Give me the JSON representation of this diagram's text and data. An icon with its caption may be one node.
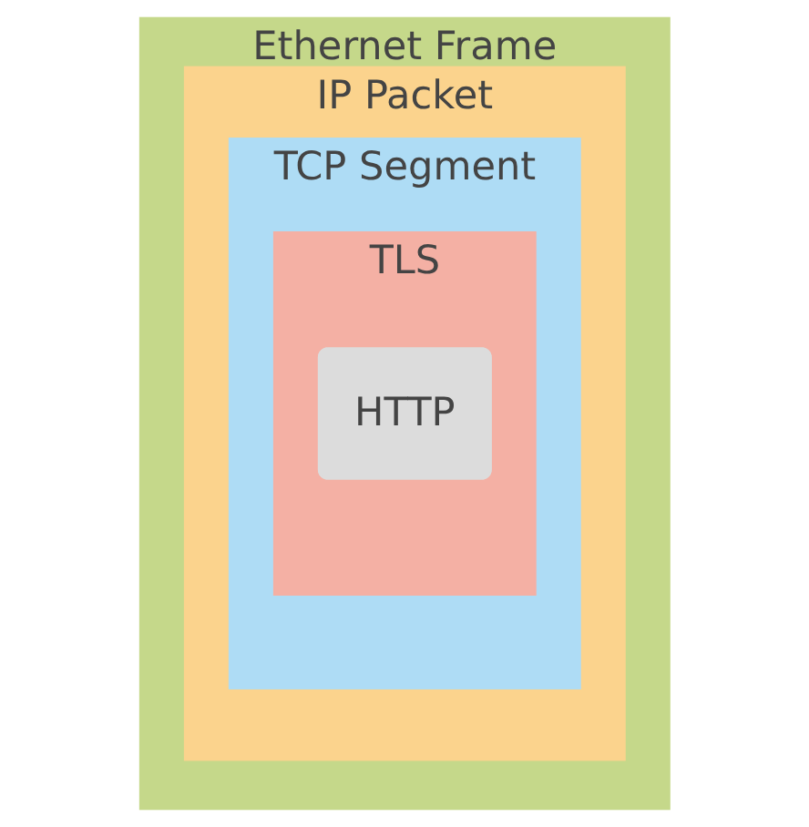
{
  "diagram": {
    "nodes": [
      {
        "text": [
          "Ethernet Frame"
        ]
      },
      {
        "text": [
          "IP Packet"
        ],
        "in": 0
      },
      {
        "text": [
          "TCP Segment"
        ],
        "in": 1
      },
      {
        "text": [
          "TLS"
        ],
        "in": 2
      },
      {
        "text": [
          "HTTP"
        ],
        "in": 3
      }
    ],
    "edges": []
  }
}
